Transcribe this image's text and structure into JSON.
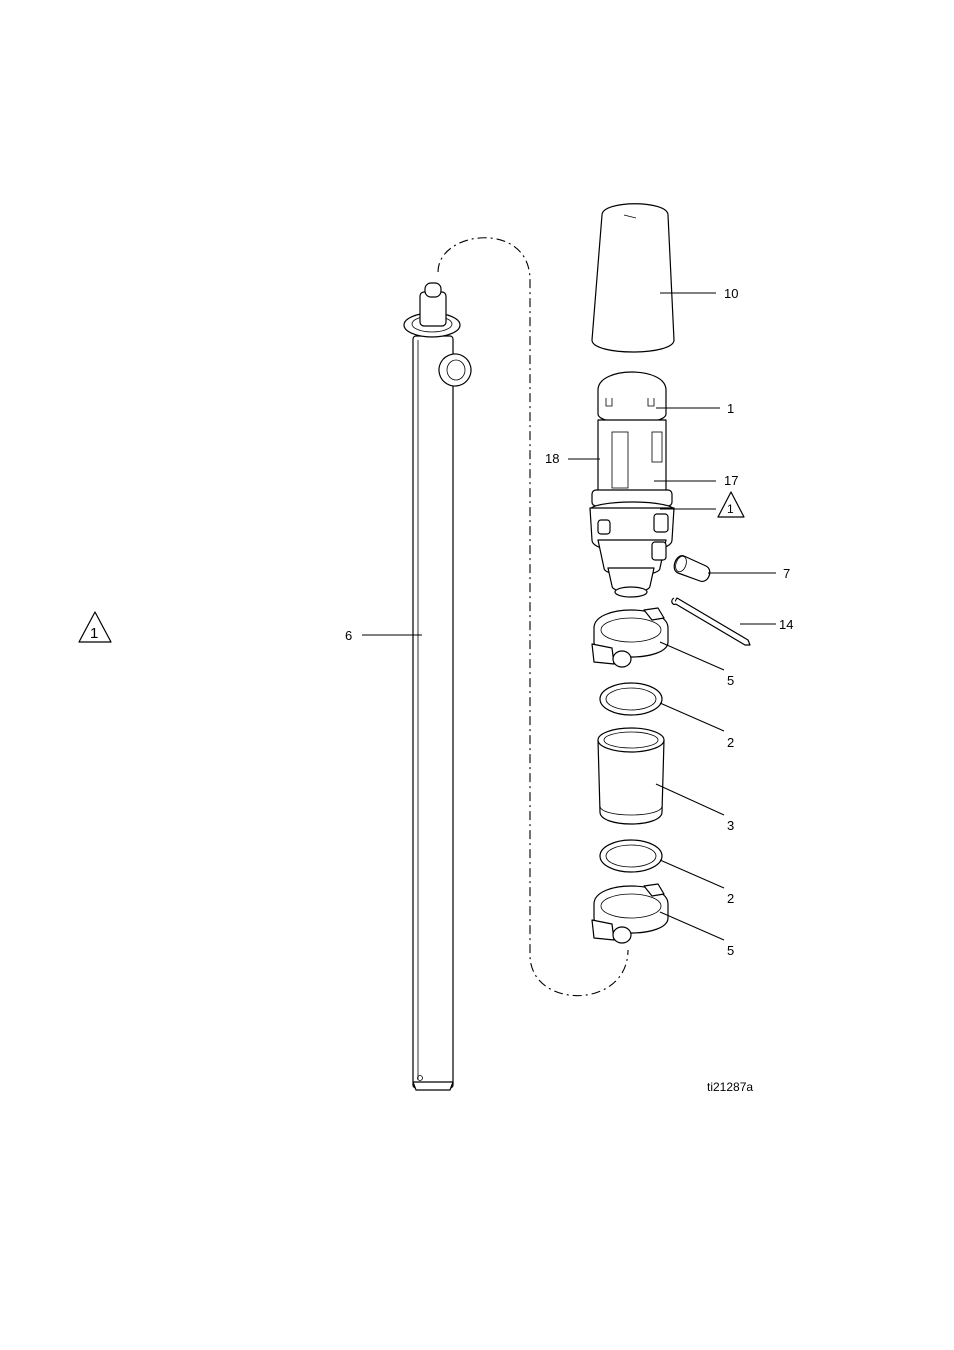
{
  "callouts": {
    "c10": "10",
    "c1_cap": "1",
    "c18": "18",
    "c17": "17",
    "c1_ring": "1",
    "c7": "7",
    "c14": "14",
    "c5_top": "5",
    "c2_top": "2",
    "c3": "3",
    "c2_bottom": "2",
    "c5_bottom": "5",
    "c6": "6"
  },
  "warnings": {
    "left": "1",
    "ring": "1"
  },
  "figure_id": "ti21287a"
}
